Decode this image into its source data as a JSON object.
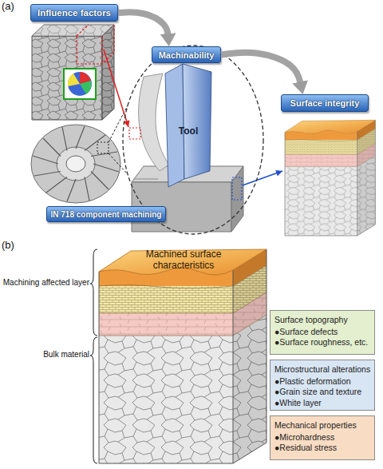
{
  "diagram": {
    "nodes": [
      {
        "text": [
          "Influence factors"
        ]
      },
      {
        "text": [
          "Machinability"
        ]
      },
      {
        "text": [
          "Surface integrity"
        ]
      },
      {
        "text": [
          "Tool"
        ]
      },
      {
        "text": [
          "IN 718 component machining"
        ]
      },
      {
        "text": [
          "Machined surface characteristics"
        ]
      },
      {
        "text": [
          "Surface topography",
          "●Surface defects",
          "●Surface roughness, etc."
        ]
      },
      {
        "text": [
          "Microstructural alterations",
          "●Plastic deformation",
          "●Grain size and texture",
          "●White layer"
        ]
      },
      {
        "text": [
          "Mechanical properties",
          "●Microhardness",
          "●Residual stress"
        ]
      }
    ],
    "edges": [
      {
        "from": 0,
        "to": 1,
        "arrow": "to"
      },
      {
        "from": 1,
        "to": 2,
        "arrow": "to"
      }
    ],
    "labels": [
      "(a)",
      "(b)",
      "Machining affected layer",
      "Bulk material"
    ]
  }
}
